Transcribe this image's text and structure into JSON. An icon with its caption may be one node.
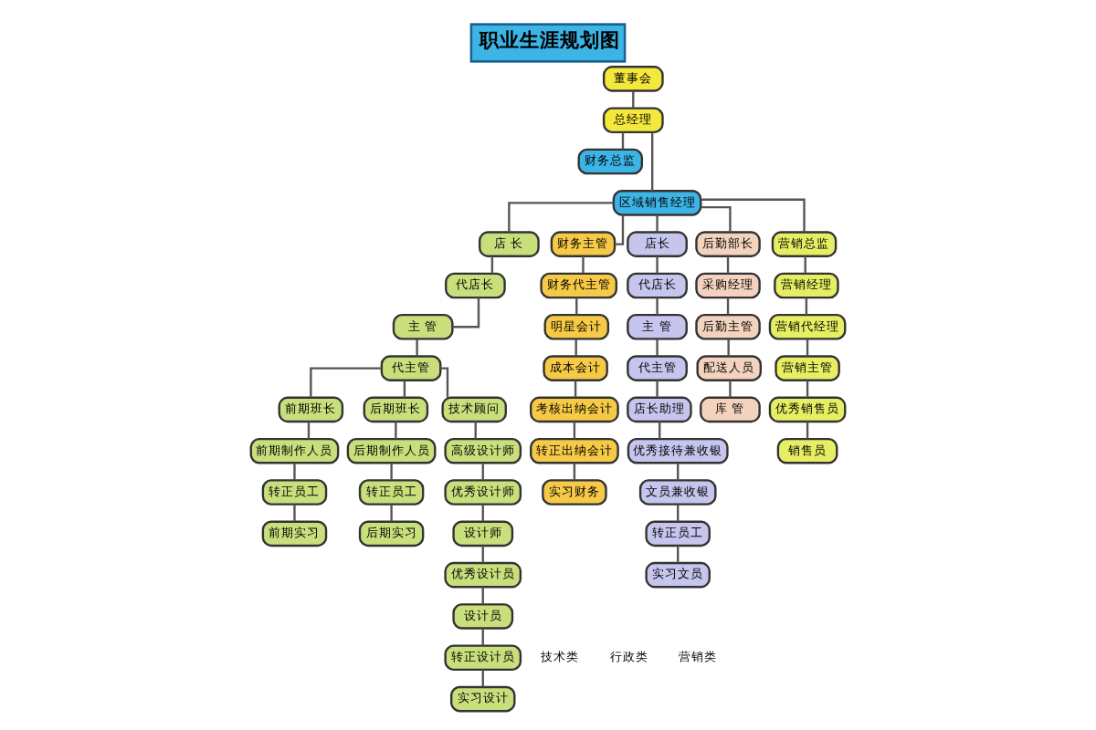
{
  "diagram": {
    "title": "职业生涯规划图",
    "nodes": [
      {
        "text": [
          "董事会"
        ]
      },
      {
        "text": [
          "总经理"
        ]
      },
      {
        "text": [
          "财务总监"
        ]
      },
      {
        "text": [
          "区域销售经理"
        ]
      },
      {
        "text": [
          "店 长"
        ]
      },
      {
        "text": [
          "代店长"
        ]
      },
      {
        "text": [
          "主 管"
        ]
      },
      {
        "text": [
          "代主管"
        ]
      },
      {
        "text": [
          "前期班长"
        ]
      },
      {
        "text": [
          "前期制作人员"
        ]
      },
      {
        "text": [
          "转正员工"
        ]
      },
      {
        "text": [
          "前期实习"
        ]
      },
      {
        "text": [
          "后期班长"
        ]
      },
      {
        "text": [
          "后期制作人员"
        ]
      },
      {
        "text": [
          "转正员工"
        ]
      },
      {
        "text": [
          "后期实习"
        ]
      },
      {
        "text": [
          "技术顾问"
        ]
      },
      {
        "text": [
          "高级设计师"
        ]
      },
      {
        "text": [
          "优秀设计师"
        ]
      },
      {
        "text": [
          "设计师"
        ]
      },
      {
        "text": [
          "优秀设计员"
        ]
      },
      {
        "text": [
          "设计员"
        ]
      },
      {
        "text": [
          "转正设计员"
        ]
      },
      {
        "text": [
          "实习设计"
        ]
      },
      {
        "text": [
          "财务主管"
        ]
      },
      {
        "text": [
          "财务代主管"
        ]
      },
      {
        "text": [
          "明星会计"
        ]
      },
      {
        "text": [
          "成本会计"
        ]
      },
      {
        "text": [
          "考核出纳会计"
        ]
      },
      {
        "text": [
          "转正出纳会计"
        ]
      },
      {
        "text": [
          "实习财务"
        ]
      },
      {
        "text": [
          "店长"
        ]
      },
      {
        "text": [
          "代店长"
        ]
      },
      {
        "text": [
          "主 管"
        ]
      },
      {
        "text": [
          "代主管"
        ]
      },
      {
        "text": [
          "店长助理"
        ]
      },
      {
        "text": [
          "优秀接待兼收银"
        ]
      },
      {
        "text": [
          "文员兼收银"
        ]
      },
      {
        "text": [
          "转正员工"
        ]
      },
      {
        "text": [
          "实习文员"
        ]
      },
      {
        "text": [
          "后勤部长"
        ]
      },
      {
        "text": [
          "采购经理"
        ]
      },
      {
        "text": [
          "后勤主管"
        ]
      },
      {
        "text": [
          "配送人员"
        ]
      },
      {
        "text": [
          "库 管"
        ]
      },
      {
        "text": [
          "营销总监"
        ]
      },
      {
        "text": [
          "营销经理"
        ]
      },
      {
        "text": [
          "营销代经理"
        ]
      },
      {
        "text": [
          "营销主管"
        ]
      },
      {
        "text": [
          "优秀销售员"
        ]
      },
      {
        "text": [
          "销售员"
        ]
      }
    ],
    "edges": [
      {
        "from": 0,
        "to": 1,
        "arrow": "none"
      },
      {
        "from": 1,
        "to": 2,
        "arrow": "none"
      },
      {
        "from": 1,
        "to": 3,
        "arrow": "none"
      },
      {
        "from": 3,
        "to": 4,
        "arrow": "none"
      },
      {
        "from": 3,
        "to": 24,
        "arrow": "none"
      },
      {
        "from": 3,
        "to": 31,
        "arrow": "none"
      },
      {
        "from": 3,
        "to": 40,
        "arrow": "none"
      },
      {
        "from": 3,
        "to": 45,
        "arrow": "none"
      },
      {
        "from": 4,
        "to": 5,
        "arrow": "none"
      },
      {
        "from": 5,
        "to": 6,
        "arrow": "none"
      },
      {
        "from": 6,
        "to": 7,
        "arrow": "none"
      },
      {
        "from": 7,
        "to": 8,
        "arrow": "none"
      },
      {
        "from": 7,
        "to": 12,
        "arrow": "none"
      },
      {
        "from": 7,
        "to": 16,
        "arrow": "none"
      },
      {
        "from": 8,
        "to": 9,
        "arrow": "none"
      },
      {
        "from": 9,
        "to": 10,
        "arrow": "none"
      },
      {
        "from": 10,
        "to": 11,
        "arrow": "none"
      },
      {
        "from": 12,
        "to": 13,
        "arrow": "none"
      },
      {
        "from": 13,
        "to": 14,
        "arrow": "none"
      },
      {
        "from": 14,
        "to": 15,
        "arrow": "none"
      },
      {
        "from": 16,
        "to": 17,
        "arrow": "none"
      },
      {
        "from": 17,
        "to": 18,
        "arrow": "none"
      },
      {
        "from": 18,
        "to": 19,
        "arrow": "none"
      },
      {
        "from": 19,
        "to": 20,
        "arrow": "none"
      },
      {
        "from": 20,
        "to": 21,
        "arrow": "none"
      },
      {
        "from": 21,
        "to": 22,
        "arrow": "none"
      },
      {
        "from": 22,
        "to": 23,
        "arrow": "none"
      },
      {
        "from": 24,
        "to": 25,
        "arrow": "none"
      },
      {
        "from": 25,
        "to": 26,
        "arrow": "none"
      },
      {
        "from": 26,
        "to": 27,
        "arrow": "none"
      },
      {
        "from": 27,
        "to": 28,
        "arrow": "none"
      },
      {
        "from": 28,
        "to": 29,
        "arrow": "none"
      },
      {
        "from": 29,
        "to": 30,
        "arrow": "none"
      },
      {
        "from": 31,
        "to": 32,
        "arrow": "none"
      },
      {
        "from": 32,
        "to": 33,
        "arrow": "none"
      },
      {
        "from": 33,
        "to": 34,
        "arrow": "none"
      },
      {
        "from": 34,
        "to": 35,
        "arrow": "none"
      },
      {
        "from": 35,
        "to": 36,
        "arrow": "none"
      },
      {
        "from": 36,
        "to": 37,
        "arrow": "none"
      },
      {
        "from": 37,
        "to": 38,
        "arrow": "none"
      },
      {
        "from": 38,
        "to": 39,
        "arrow": "none"
      },
      {
        "from": 40,
        "to": 41,
        "arrow": "none"
      },
      {
        "from": 41,
        "to": 42,
        "arrow": "none"
      },
      {
        "from": 42,
        "to": 43,
        "arrow": "none"
      },
      {
        "from": 43,
        "to": 44,
        "arrow": "none"
      },
      {
        "from": 45,
        "to": 46,
        "arrow": "none"
      },
      {
        "from": 46,
        "to": 47,
        "arrow": "none"
      },
      {
        "from": 47,
        "to": 48,
        "arrow": "none"
      },
      {
        "from": 48,
        "to": 49,
        "arrow": "none"
      },
      {
        "from": 49,
        "to": 50,
        "arrow": "none"
      }
    ],
    "labels": [
      "技术类",
      "行政类",
      "营销类"
    ]
  }
}
